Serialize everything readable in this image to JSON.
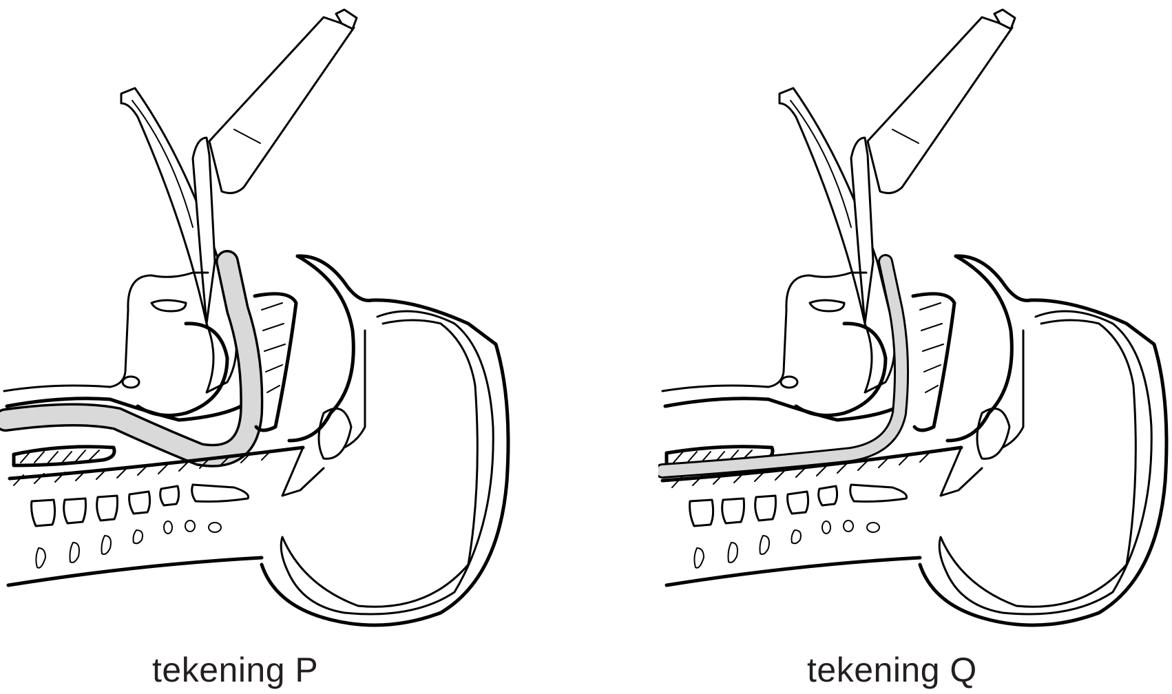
{
  "figure": {
    "description": "Two sagittal-section line drawings of an infant head/neck during intubation with a laryngoscope and endotracheal tube (shaded gray)",
    "panels": [
      {
        "id": "P",
        "caption": "tekening P",
        "tube_path": "trachea",
        "tube_color": "#d9d9d9"
      },
      {
        "id": "Q",
        "caption": "tekening Q",
        "tube_path": "esophagus",
        "tube_color": "#d9d9d9"
      }
    ],
    "colors": {
      "ink": "#000000",
      "caption_text": "#231f20",
      "background": "#ffffff"
    }
  }
}
